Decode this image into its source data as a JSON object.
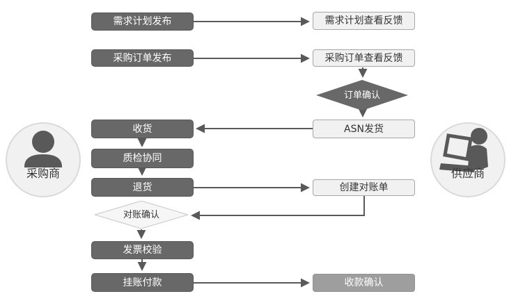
{
  "actors": {
    "buyer": {
      "label": "采购商"
    },
    "supplier": {
      "label": "供应商"
    }
  },
  "nodes": {
    "demand_plan_publish": "需求计划发布",
    "purchase_order_publish": "采购订单发布",
    "receive_goods": "收货",
    "quality_collaboration": "质检协同",
    "return_goods": "退货",
    "invoice_verification": "发票校验",
    "account_payment": "挂账付款",
    "demand_plan_feedback": "需求计划查看反馈",
    "purchase_order_feedback": "采购订单查看反馈",
    "order_confirmation": "订单确认",
    "asn_shipment": "ASN发货",
    "create_statement": "创建对账单",
    "statement_confirmation": "对账确认",
    "payment_confirmation": "收款确认"
  },
  "edges": [
    {
      "from": "demand_plan_publish",
      "to": "demand_plan_feedback"
    },
    {
      "from": "purchase_order_publish",
      "to": "purchase_order_feedback"
    },
    {
      "from": "purchase_order_feedback",
      "to": "order_confirmation"
    },
    {
      "from": "order_confirmation",
      "to": "asn_shipment"
    },
    {
      "from": "asn_shipment",
      "to": "receive_goods"
    },
    {
      "from": "receive_goods",
      "to": "quality_collaboration"
    },
    {
      "from": "quality_collaboration",
      "to": "return_goods"
    },
    {
      "from": "return_goods",
      "to": "create_statement"
    },
    {
      "from": "create_statement",
      "to": "statement_confirmation"
    },
    {
      "from": "statement_confirmation",
      "to": "invoice_verification"
    },
    {
      "from": "invoice_verification",
      "to": "account_payment"
    },
    {
      "from": "account_payment",
      "to": "payment_confirmation"
    }
  ],
  "colors": {
    "dark_node_bg": "#686868",
    "dark_node_text": "#ffffff",
    "light_node_bg": "#f1f1f1",
    "light_node_border": "#a6a6a6",
    "light_node_text": "#333333",
    "gray_node_bg": "#9e9e9e",
    "connector": "#595959",
    "actor_circle_bg": "#f1f1f1",
    "actor_silhouette": "#595959"
  }
}
